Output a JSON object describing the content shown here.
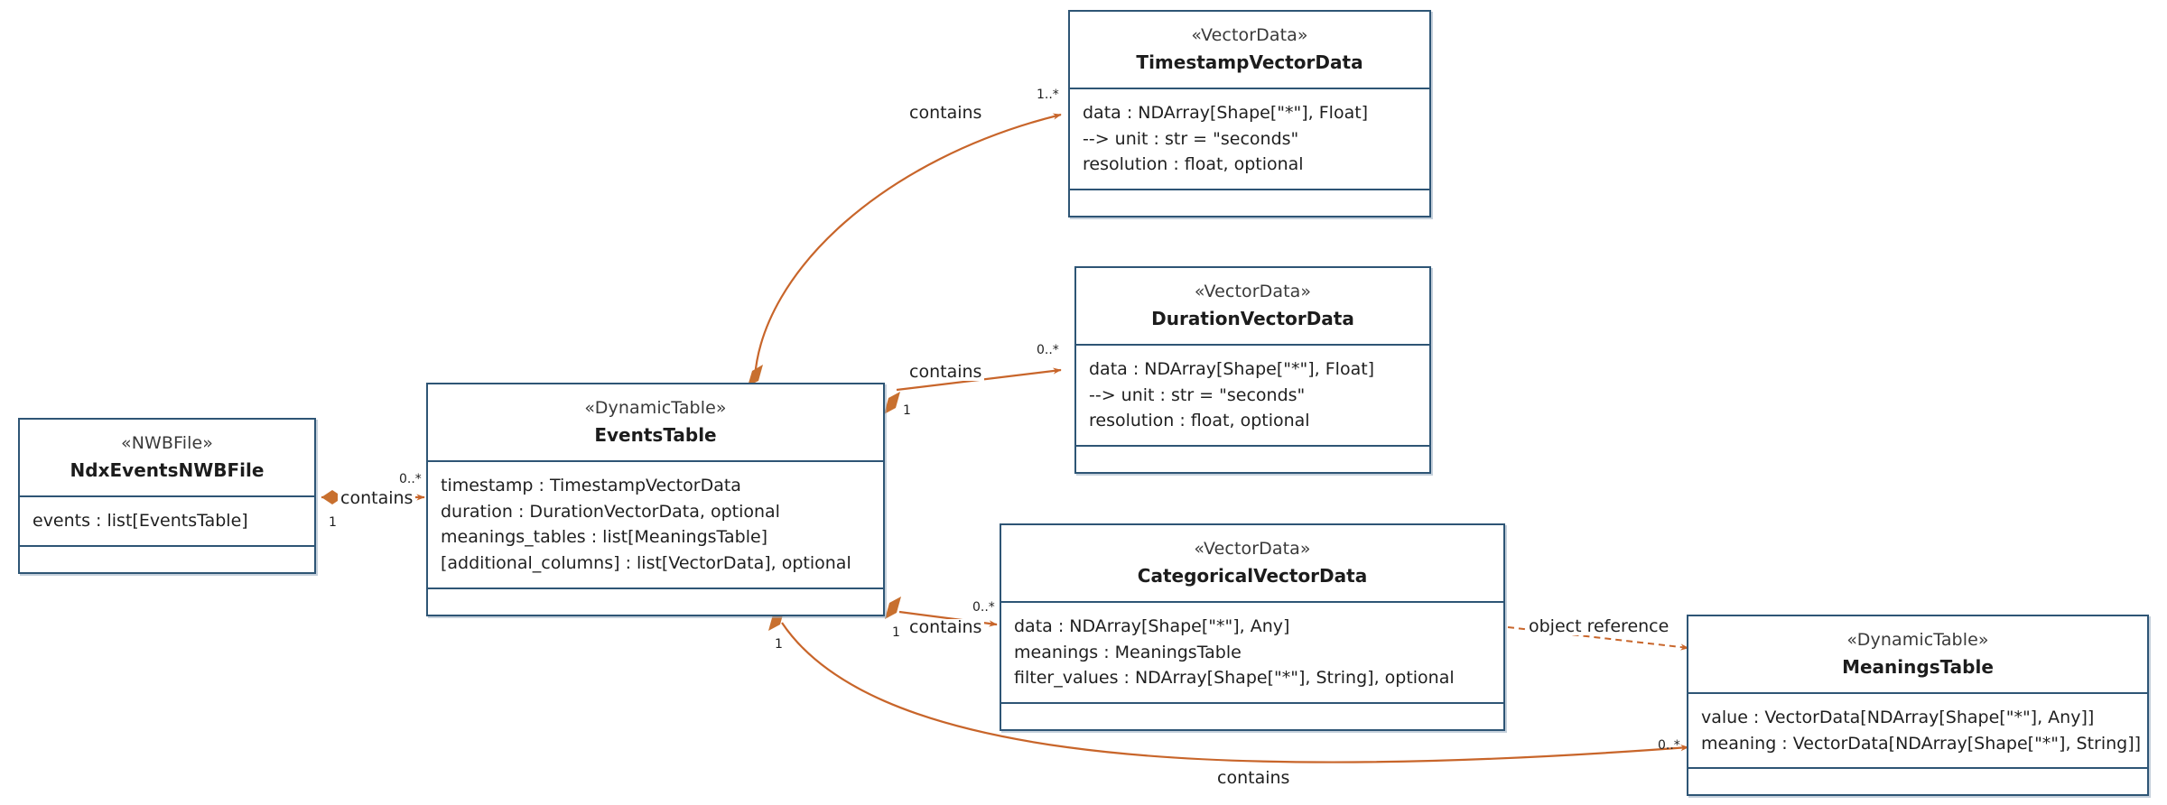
{
  "diagram": {
    "type": "uml-class-diagram",
    "colors": {
      "box_border": "#2e5575",
      "box_shadow": "#96aabe",
      "relation": "#c8652a",
      "diamond": "#c8702f",
      "text": "#1f1f1f",
      "background": "#ffffff"
    }
  },
  "classes": [
    {
      "id": "ndx-events-nwbfile",
      "stereotype": "«NWBFile»",
      "name": "NdxEventsNWBFile",
      "attributes": [
        "events : list[EventsTable]"
      ]
    },
    {
      "id": "events-table",
      "stereotype": "«DynamicTable»",
      "name": "EventsTable",
      "attributes": [
        "timestamp : TimestampVectorData",
        "duration : DurationVectorData, optional",
        "meanings_tables : list[MeaningsTable]",
        "[additional_columns] : list[VectorData], optional"
      ]
    },
    {
      "id": "timestamp-vector-data",
      "stereotype": "«VectorData»",
      "name": "TimestampVectorData",
      "attributes": [
        "data : NDArray[Shape[\"*\"], Float]",
        "--> unit : str = \"seconds\"",
        "resolution : float, optional"
      ]
    },
    {
      "id": "duration-vector-data",
      "stereotype": "«VectorData»",
      "name": "DurationVectorData",
      "attributes": [
        "data : NDArray[Shape[\"*\"], Float]",
        "--> unit : str = \"seconds\"",
        "resolution : float, optional"
      ]
    },
    {
      "id": "categorical-vector-data",
      "stereotype": "«VectorData»",
      "name": "CategoricalVectorData",
      "attributes": [
        "data : NDArray[Shape[\"*\"], Any]",
        "meanings : MeaningsTable",
        "filter_values : NDArray[Shape[\"*\"], String], optional"
      ]
    },
    {
      "id": "meanings-table",
      "stereotype": "«DynamicTable»",
      "name": "MeaningsTable",
      "attributes": [
        "value : VectorData[NDArray[Shape[\"*\"], Any]]",
        "meaning : VectorData[NDArray[Shape[\"*\"], String]]"
      ]
    }
  ],
  "relations": [
    {
      "id": "nwbfile-to-eventstable",
      "label": "contains",
      "source": "ndx-events-nwbfile",
      "target": "events-table",
      "source_multiplicity": "1",
      "target_multiplicity": "0..*",
      "kind": "composition"
    },
    {
      "id": "eventstable-to-timestamp",
      "label": "contains",
      "source": "events-table",
      "target": "timestamp-vector-data",
      "source_multiplicity": "1",
      "target_multiplicity": "1..*",
      "kind": "composition"
    },
    {
      "id": "eventstable-to-duration",
      "label": "contains",
      "source": "events-table",
      "target": "duration-vector-data",
      "source_multiplicity": "1",
      "target_multiplicity": "0..*",
      "kind": "composition"
    },
    {
      "id": "eventstable-to-categorical",
      "label": "contains",
      "source": "events-table",
      "target": "categorical-vector-data",
      "source_multiplicity": "1",
      "target_multiplicity": "0..*",
      "kind": "composition"
    },
    {
      "id": "eventstable-to-meaningstable",
      "label": "contains",
      "source": "events-table",
      "target": "meanings-table",
      "source_multiplicity": "1",
      "target_multiplicity": "0..*",
      "kind": "composition"
    },
    {
      "id": "categorical-to-meaningstable",
      "label": "object reference",
      "source": "categorical-vector-data",
      "target": "meanings-table",
      "source_multiplicity": "",
      "target_multiplicity": "",
      "kind": "dependency"
    }
  ]
}
